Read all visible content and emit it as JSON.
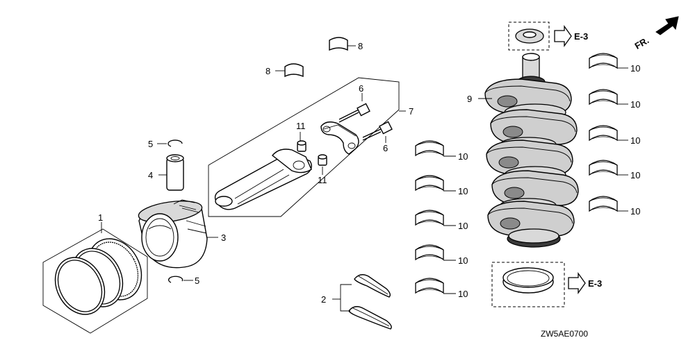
{
  "callouts": {
    "c1": "1",
    "c2": "2",
    "c3": "3",
    "c4": "4",
    "c5a": "5",
    "c5b": "5",
    "c6a": "6",
    "c6b": "6",
    "c7": "7",
    "c8a": "8",
    "c8b": "8",
    "c9": "9",
    "c10_l1": "10",
    "c10_l2": "10",
    "c10_l3": "10",
    "c10_l4": "10",
    "c10_l5": "10",
    "c10_r1": "10",
    "c10_r2": "10",
    "c10_r3": "10",
    "c10_r4": "10",
    "c10_r5": "10",
    "c11a": "11",
    "c11b": "11"
  },
  "refs": {
    "top": "E-3",
    "bottom": "E-3"
  },
  "front_label": "FR.",
  "diagram_code": "ZW5AE0700"
}
